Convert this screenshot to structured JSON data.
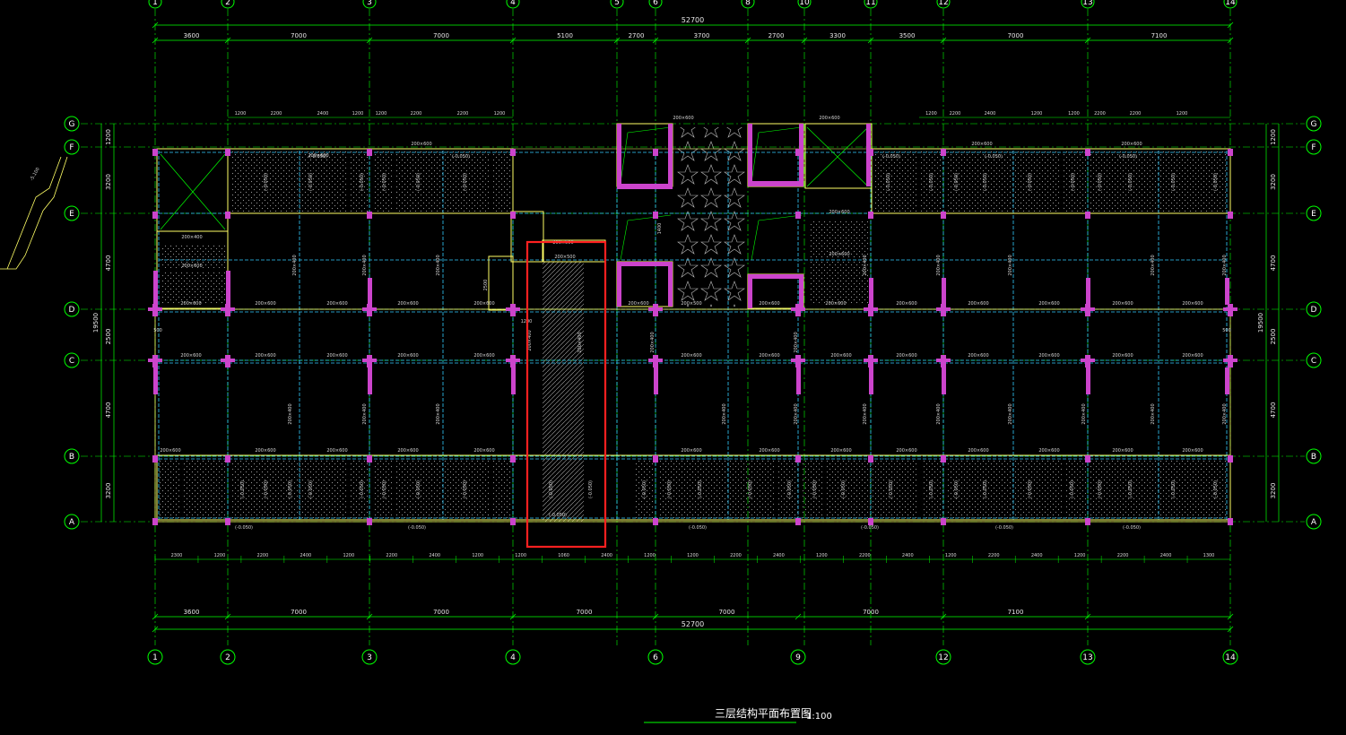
{
  "drawing": {
    "title": "三层结构平面布置图",
    "scale": "1:100",
    "colors": {
      "background": "#000000",
      "grid_line": "#00ff00",
      "wall": "#ffff66",
      "column": "#cc44cc",
      "beam": "#33ccff",
      "hatch": "#999999",
      "highlight": "#ff2020"
    }
  },
  "axes": {
    "x": [
      {
        "label": "1",
        "pos": 1.0
      },
      {
        "label": "2",
        "pos": 3.0
      },
      {
        "label": "3",
        "pos": 7.0
      },
      {
        "label": "4",
        "pos": 11.0
      },
      {
        "label": "5",
        "pos": 13.0
      },
      {
        "label": "6",
        "pos": 15.0
      },
      {
        "label": "8",
        "pos": 16.8
      },
      {
        "label": "10",
        "pos": 18.2
      },
      {
        "label": "11",
        "pos": 20.0
      },
      {
        "label": "12",
        "pos": 22.0
      },
      {
        "label": "13",
        "pos": 26.0
      },
      {
        "label": "14",
        "pos": 30.0
      }
    ],
    "x_bottom": [
      {
        "label": "1",
        "pos": 1.0
      },
      {
        "label": "2",
        "pos": 3.0
      },
      {
        "label": "3",
        "pos": 7.0
      },
      {
        "label": "4",
        "pos": 11.0
      },
      {
        "label": "6",
        "pos": 15.0
      },
      {
        "label": "9",
        "pos": 19.0
      },
      {
        "label": "12",
        "pos": 22.0
      },
      {
        "label": "13",
        "pos": 26.0
      },
      {
        "label": "14",
        "pos": 30.0
      }
    ],
    "y": [
      {
        "label": "G",
        "pos": 0
      },
      {
        "label": "F",
        "pos": 1
      },
      {
        "label": "E",
        "pos": 2
      },
      {
        "label": "D",
        "pos": 3
      },
      {
        "label": "C",
        "pos": 4
      },
      {
        "label": "B",
        "pos": 5
      },
      {
        "label": "A",
        "pos": 6
      }
    ]
  },
  "dimensions": {
    "top_total": "52700",
    "top_segments": [
      "3600",
      "7000",
      "7000",
      "5100",
      "2700",
      "3700",
      "2700",
      "3300",
      "3500",
      "7000",
      "7100"
    ],
    "bottom_total": "52700",
    "bottom_segments": [
      "3600",
      "7000",
      "7000",
      "7000",
      "7000",
      "7000",
      "7100"
    ],
    "top_detail": [
      "1200",
      "2200",
      "2400",
      "1200",
      "1200",
      "2200",
      "2200",
      "1200",
      "1200",
      "2200",
      "2400",
      "1200",
      "1200",
      "2200",
      "2200"
    ],
    "bottom_detail": [
      "2300",
      "1200",
      "2200",
      "2400",
      "1200",
      "2200",
      "2400",
      "1200",
      "1200",
      "1060",
      "2400",
      "1200",
      "1200",
      "2200",
      "2400",
      "1200",
      "2200",
      "2400",
      "1200",
      "2200",
      "2400",
      "1200",
      "2200",
      "2400",
      "1300"
    ],
    "left_segments": [
      "1200",
      "3200",
      "4700",
      "2500",
      "4700",
      "3200"
    ],
    "left_total": "19500",
    "right_segments": [
      "1200",
      "3200",
      "4700",
      "2500",
      "4700",
      "3200"
    ],
    "right_total": "19500"
  },
  "labels": {
    "beam_a": "200×600",
    "beam_b": "200×400",
    "beam_c": "200×500",
    "slab_elev": "(-0.050)",
    "elev_neg": "(-0.050)",
    "stair_note": "-5.100",
    "dim_2500": "2500",
    "dim_1400": "1400",
    "dim_1200": "1200",
    "dim_500": "500"
  }
}
